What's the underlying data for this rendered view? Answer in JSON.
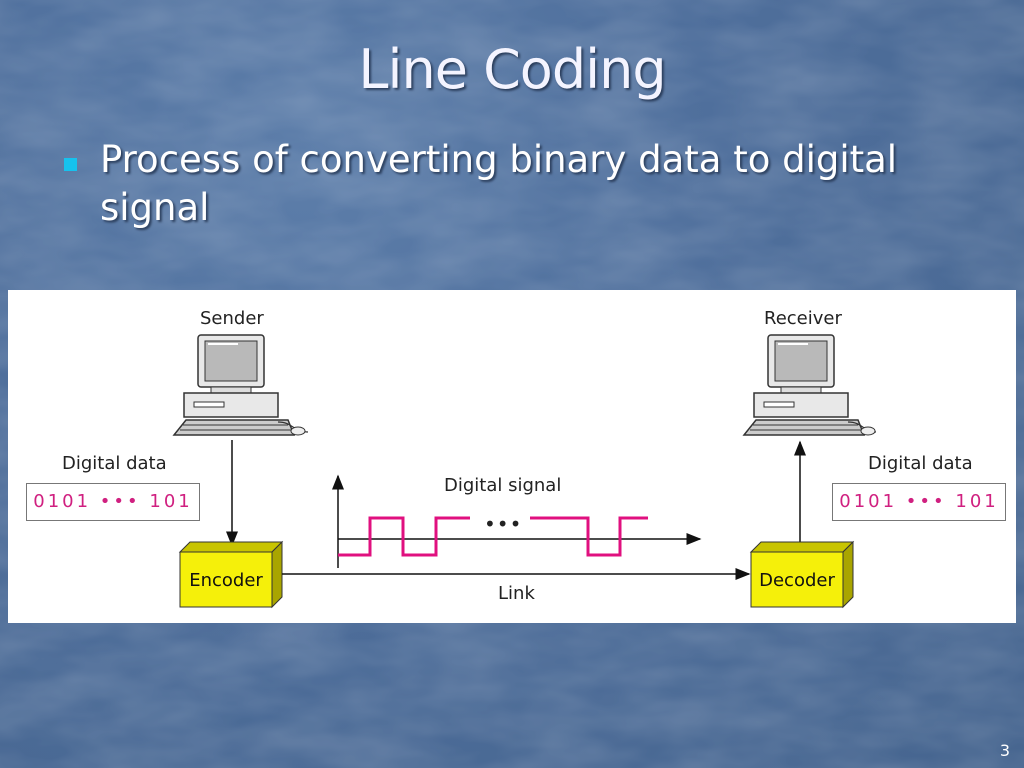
{
  "slide": {
    "title": "Line Coding",
    "bullet": "Process of converting binary data to digital signal",
    "page_number": "3"
  },
  "diagram": {
    "sender_label": "Sender",
    "receiver_label": "Receiver",
    "sender_data_label": "Digital data",
    "receiver_data_label": "Digital data",
    "sender_data_value": "0101 ••• 101",
    "receiver_data_value": "0101 ••• 101",
    "signal_label": "Digital signal",
    "signal_ellipsis": "•••",
    "encoder_label": "Encoder",
    "decoder_label": "Decoder",
    "link_label": "Link",
    "colors": {
      "signal": "#e0107f",
      "box_fill": "#f5f00a",
      "data_text": "#d02080"
    }
  }
}
